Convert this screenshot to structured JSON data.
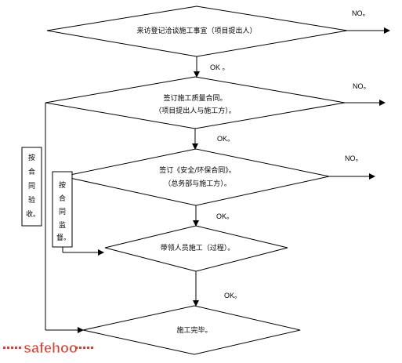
{
  "nodes": {
    "visit": {
      "line1": "来访登记洽谈施工事宜（项目提出人）"
    },
    "quality": {
      "line1": "签订施工质量合同。",
      "line2": "（项目提出人与施工方）。"
    },
    "safety": {
      "line1": "签订《安全/环保合同》。",
      "line2": "（总务部与施工方）。"
    },
    "lead": {
      "line1": "带领人员施工（过程）。"
    },
    "done": {
      "line1": "施工完毕。"
    }
  },
  "edges": {
    "no1": "NO。",
    "ok1": "OK 。",
    "no2": "NO。",
    "ok2": "OK。",
    "no3": "NO。",
    "ok3": "OK。",
    "ok4": "OK。"
  },
  "side_boxes": {
    "acceptance": [
      "按",
      "合",
      "同",
      "验",
      "收。"
    ],
    "supervision": [
      "按",
      "合",
      "同",
      "监",
      "督。"
    ]
  },
  "watermark": {
    "text": "safehoo"
  },
  "colors": {
    "line": "#000000",
    "watermark": "#e23d2a"
  }
}
